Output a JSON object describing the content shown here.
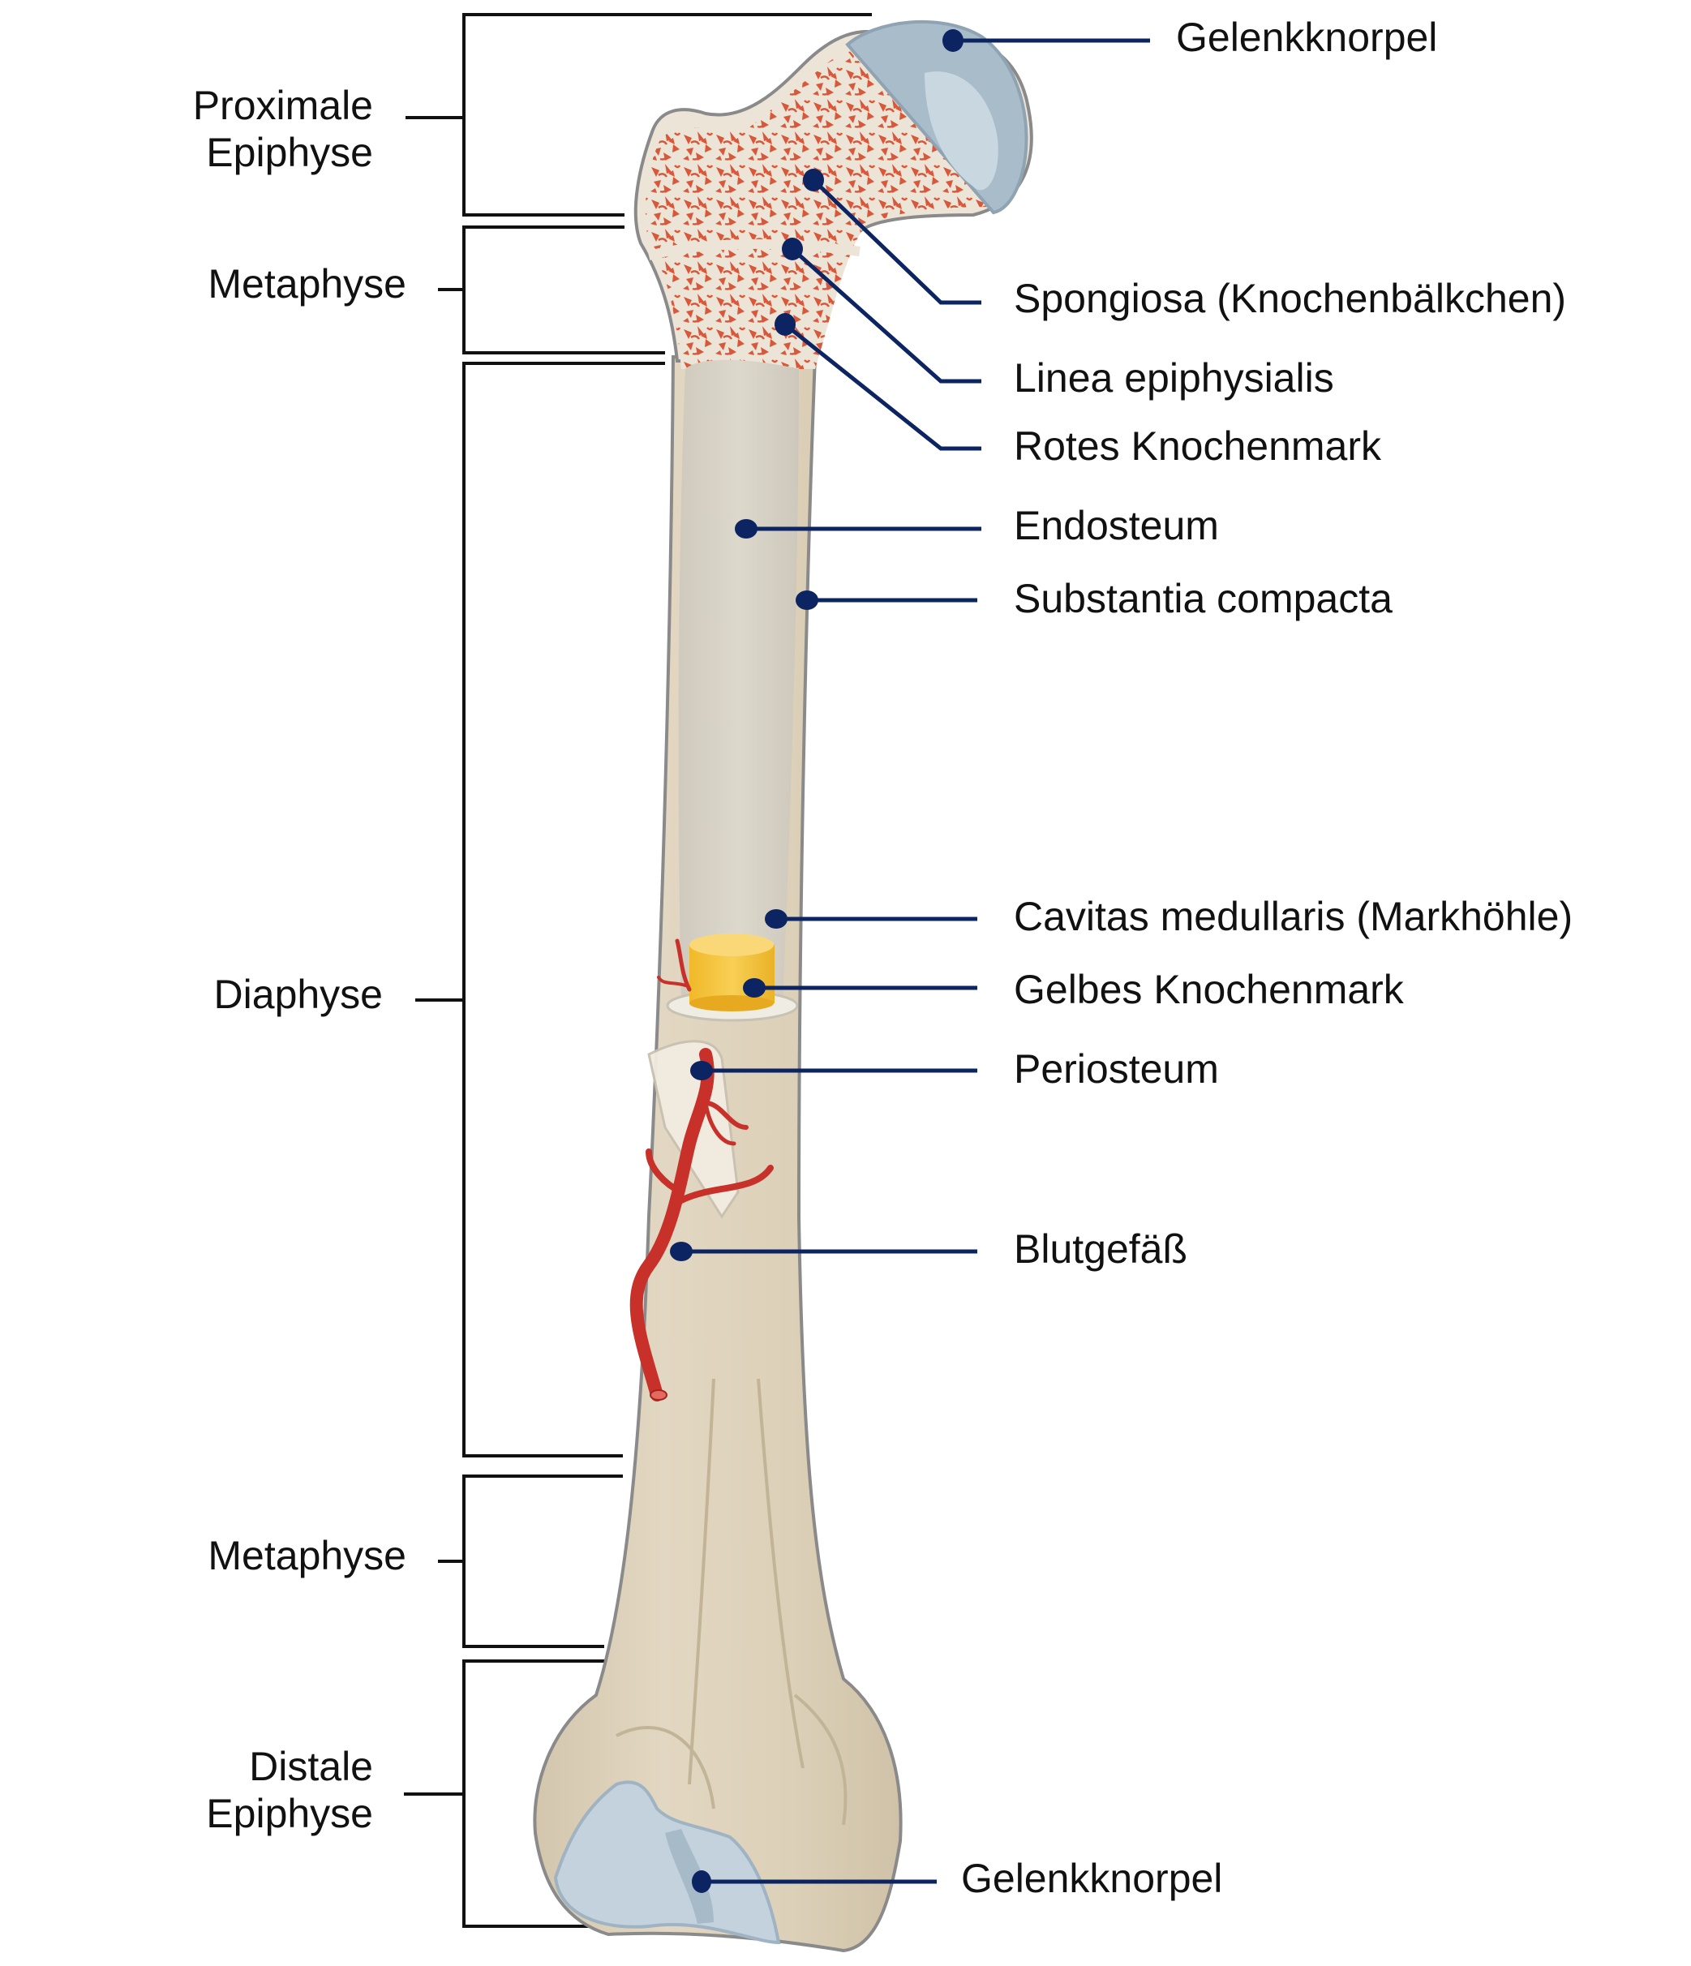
{
  "title": "Aufbau eines Röhrenknochens (Femur)",
  "colors": {
    "bone": "#ddd3c0",
    "bone_outline": "#8a8a8a",
    "cortex": "#e8e3d8",
    "cartilage": "#b7c8d4",
    "cartilage_light": "#c9d7e1",
    "spongy_red": "#d9583a",
    "yellow_marrow": "#f2c13c",
    "vessel": "#c8302a",
    "pointer": "#0d2462",
    "bracket": "#111111"
  },
  "regions": [
    {
      "id": "proximal-epiphysis",
      "label_lines": [
        "Proximale",
        "Epiphyse"
      ]
    },
    {
      "id": "proximal-metaphysis",
      "label_lines": [
        "Metaphyse"
      ]
    },
    {
      "id": "diaphysis",
      "label_lines": [
        "Diaphyse"
      ]
    },
    {
      "id": "distal-metaphysis",
      "label_lines": [
        "Metaphyse"
      ]
    },
    {
      "id": "distal-epiphysis",
      "label_lines": [
        "Distale",
        "Epiphyse"
      ]
    }
  ],
  "structures": [
    {
      "id": "articular-cartilage-top",
      "label": "Gelenkknorpel"
    },
    {
      "id": "spongy-bone",
      "label": "Spongiosa (Knochenbälkchen)"
    },
    {
      "id": "epiphyseal-line",
      "label": "Linea epiphysialis"
    },
    {
      "id": "red-marrow",
      "label": "Rotes Knochenmark"
    },
    {
      "id": "endosteum",
      "label": "Endosteum"
    },
    {
      "id": "compact-bone",
      "label": "Substantia compacta"
    },
    {
      "id": "medullary-cavity",
      "label": "Cavitas medullaris (Markhöhle)"
    },
    {
      "id": "yellow-marrow",
      "label": "Gelbes Knochenmark"
    },
    {
      "id": "periosteum",
      "label": "Periosteum"
    },
    {
      "id": "blood-vessel",
      "label": "Blutgefäß"
    },
    {
      "id": "articular-cartilage-bottom",
      "label": "Gelenkknorpel"
    }
  ]
}
